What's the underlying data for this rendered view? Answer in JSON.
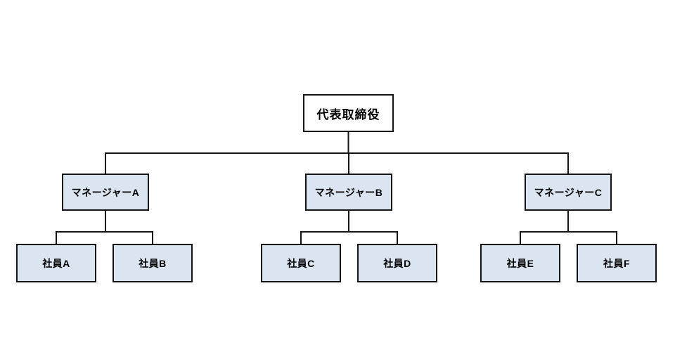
{
  "diagram": {
    "type": "org-chart",
    "colors": {
      "background": "#ffffff",
      "node_fill": "#dbe5f1",
      "root_fill": "#ffffff",
      "node_border": "#141414",
      "connector": "#141414",
      "text": "#000000"
    },
    "nodes": [
      {
        "id": "ceo",
        "label": "代表取締役",
        "level": 0,
        "parent": null
      },
      {
        "id": "mgrA",
        "label": "マネージャーA",
        "level": 1,
        "parent": "ceo"
      },
      {
        "id": "mgrB",
        "label": "マネージャーB",
        "level": 1,
        "parent": "ceo"
      },
      {
        "id": "mgrC",
        "label": "マネージャーC",
        "level": 1,
        "parent": "ceo"
      },
      {
        "id": "empA",
        "label": "社員A",
        "level": 2,
        "parent": "mgrA"
      },
      {
        "id": "empB",
        "label": "社員B",
        "level": 2,
        "parent": "mgrA"
      },
      {
        "id": "empC",
        "label": "社員C",
        "level": 2,
        "parent": "mgrB"
      },
      {
        "id": "empD",
        "label": "社員D",
        "level": 2,
        "parent": "mgrB"
      },
      {
        "id": "empE",
        "label": "社員E",
        "level": 2,
        "parent": "mgrC"
      },
      {
        "id": "empF",
        "label": "社員F",
        "level": 2,
        "parent": "mgrC"
      }
    ]
  }
}
